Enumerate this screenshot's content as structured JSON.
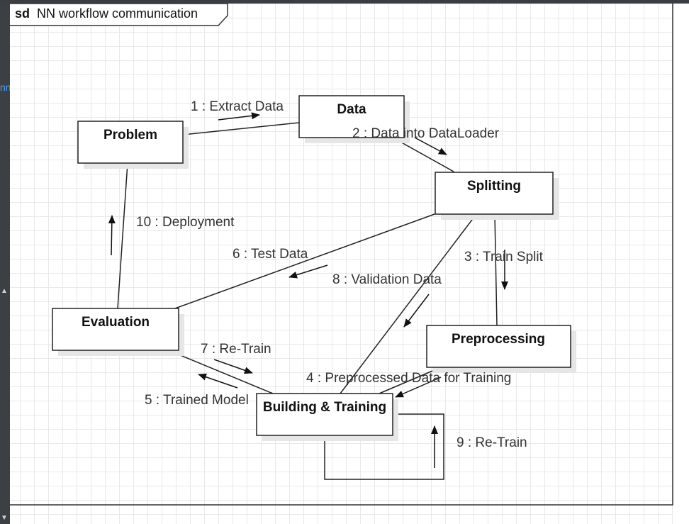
{
  "diagram": {
    "frame": {
      "keyword": "sd",
      "title": "NN workflow communication"
    },
    "nodes": {
      "problem": "Problem",
      "data": "Data",
      "splitting": "Splitting",
      "evaluation": "Evaluation",
      "preprocessing": "Preprocessing",
      "building": "Building & Training"
    },
    "messages": {
      "m1": "1 : Extract Data",
      "m2": "2 : Data into DataLoader",
      "m3": "3 : Train Split",
      "m4": "4 : Preprocessed Data for Training",
      "m5": "5 : Trained Model",
      "m6": "6 : Test Data",
      "m7": "7 : Re-Train",
      "m8": "8 : Validation Data",
      "m9": "9 : Re-Train",
      "m10": "10 : Deployment"
    }
  },
  "app": {
    "left_tab_fragment": "nn"
  }
}
